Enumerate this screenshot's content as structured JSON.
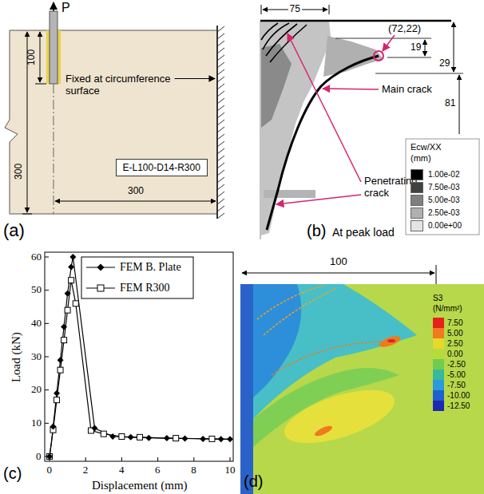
{
  "diagram": {
    "nodes": [
      {
        "text": [
          "E-L100-D14-R300"
        ]
      }
    ],
    "labels": [
      "P",
      "100",
      "Fixed at circumference surface",
      "300",
      "300",
      "(a)",
      "75",
      "(72,22)",
      "19",
      "29",
      "81",
      "Main crack",
      "Penetrating crack",
      "Ecw/XX",
      "(mm)",
      "(b)",
      "At peak load",
      "60",
      "50",
      "40",
      "30",
      "20",
      "10",
      "0",
      "0",
      "2",
      "4",
      "6",
      "8",
      "10",
      "Load (kN)",
      "Displacement (mm)",
      "(c)",
      "100",
      "S3",
      "(N/mm²)",
      "(d)"
    ],
    "legend": [
      {
        "text": "1.00e-02",
        "color": "#000000"
      },
      {
        "text": "7.50e-03",
        "color": "#404040"
      },
      {
        "text": "5.00e-03",
        "color": "#7f7f7f"
      },
      {
        "text": "2.50e-03",
        "color": "#b0b0b0"
      },
      {
        "text": "0.00e+00",
        "color": "#e4e4e4"
      },
      {
        "text": "FEM B. Plate"
      },
      {
        "text": "FEM R300"
      },
      {
        "text": "7.50",
        "color": "#e8201c"
      },
      {
        "text": "5.00",
        "color": "#f07a1e"
      },
      {
        "text": "2.50",
        "color": "#e6d82c"
      },
      {
        "text": "0.00",
        "color": "#b5dc3c"
      },
      {
        "text": "-2.50",
        "color": "#6fcc50"
      },
      {
        "text": "-5.00",
        "color": "#38b99a"
      },
      {
        "text": "-7.50",
        "color": "#2a9ad8"
      },
      {
        "text": "-10.00",
        "color": "#1f5fd0"
      },
      {
        "text": "-12.50",
        "color": "#1c2ab0"
      }
    ]
  }
}
